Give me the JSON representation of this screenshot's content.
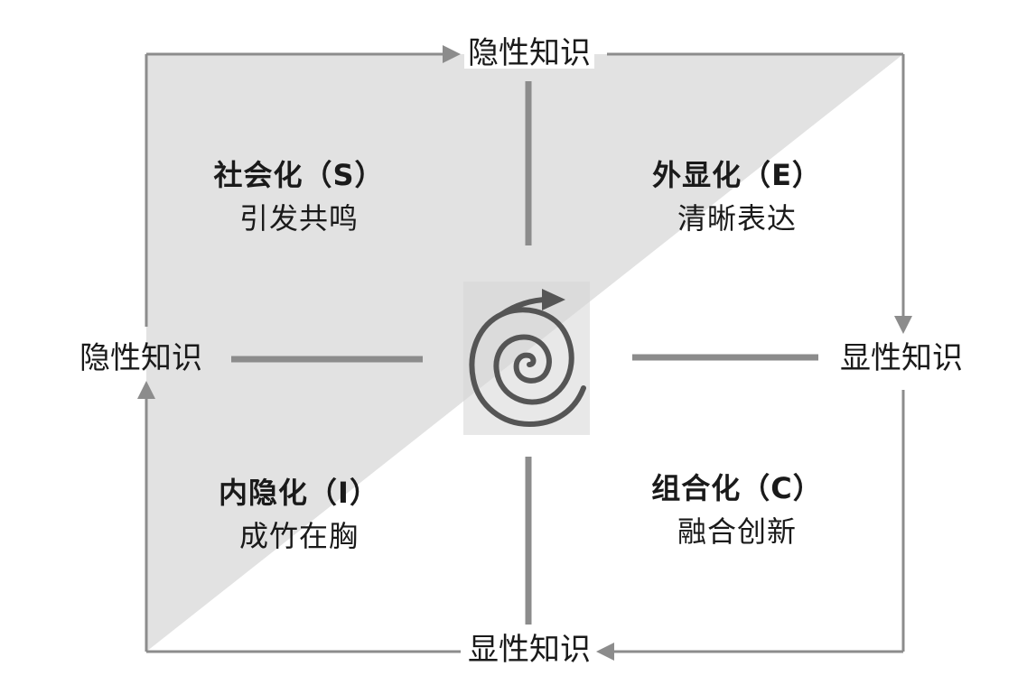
{
  "edges": {
    "top": "隐性知识",
    "left": "隐性知识",
    "right": "显性知识",
    "bottom": "显性知识"
  },
  "quadrants": {
    "socialization": {
      "title": "社会化（S）",
      "subtitle": "引发共鸣"
    },
    "externalization": {
      "title": "外显化（E）",
      "subtitle": "清晰表达"
    },
    "internalization": {
      "title": "内隐化（I）",
      "subtitle": "成竹在胸"
    },
    "combination": {
      "title": "组合化（C）",
      "subtitle": "融合创新"
    }
  },
  "colors": {
    "shade": "#e2e2e2",
    "line": "#8c8c8c",
    "spiral": "#555555",
    "spiral_bg": "#d6d6d6"
  },
  "icons": {
    "center": "spiral-arrow-icon"
  }
}
